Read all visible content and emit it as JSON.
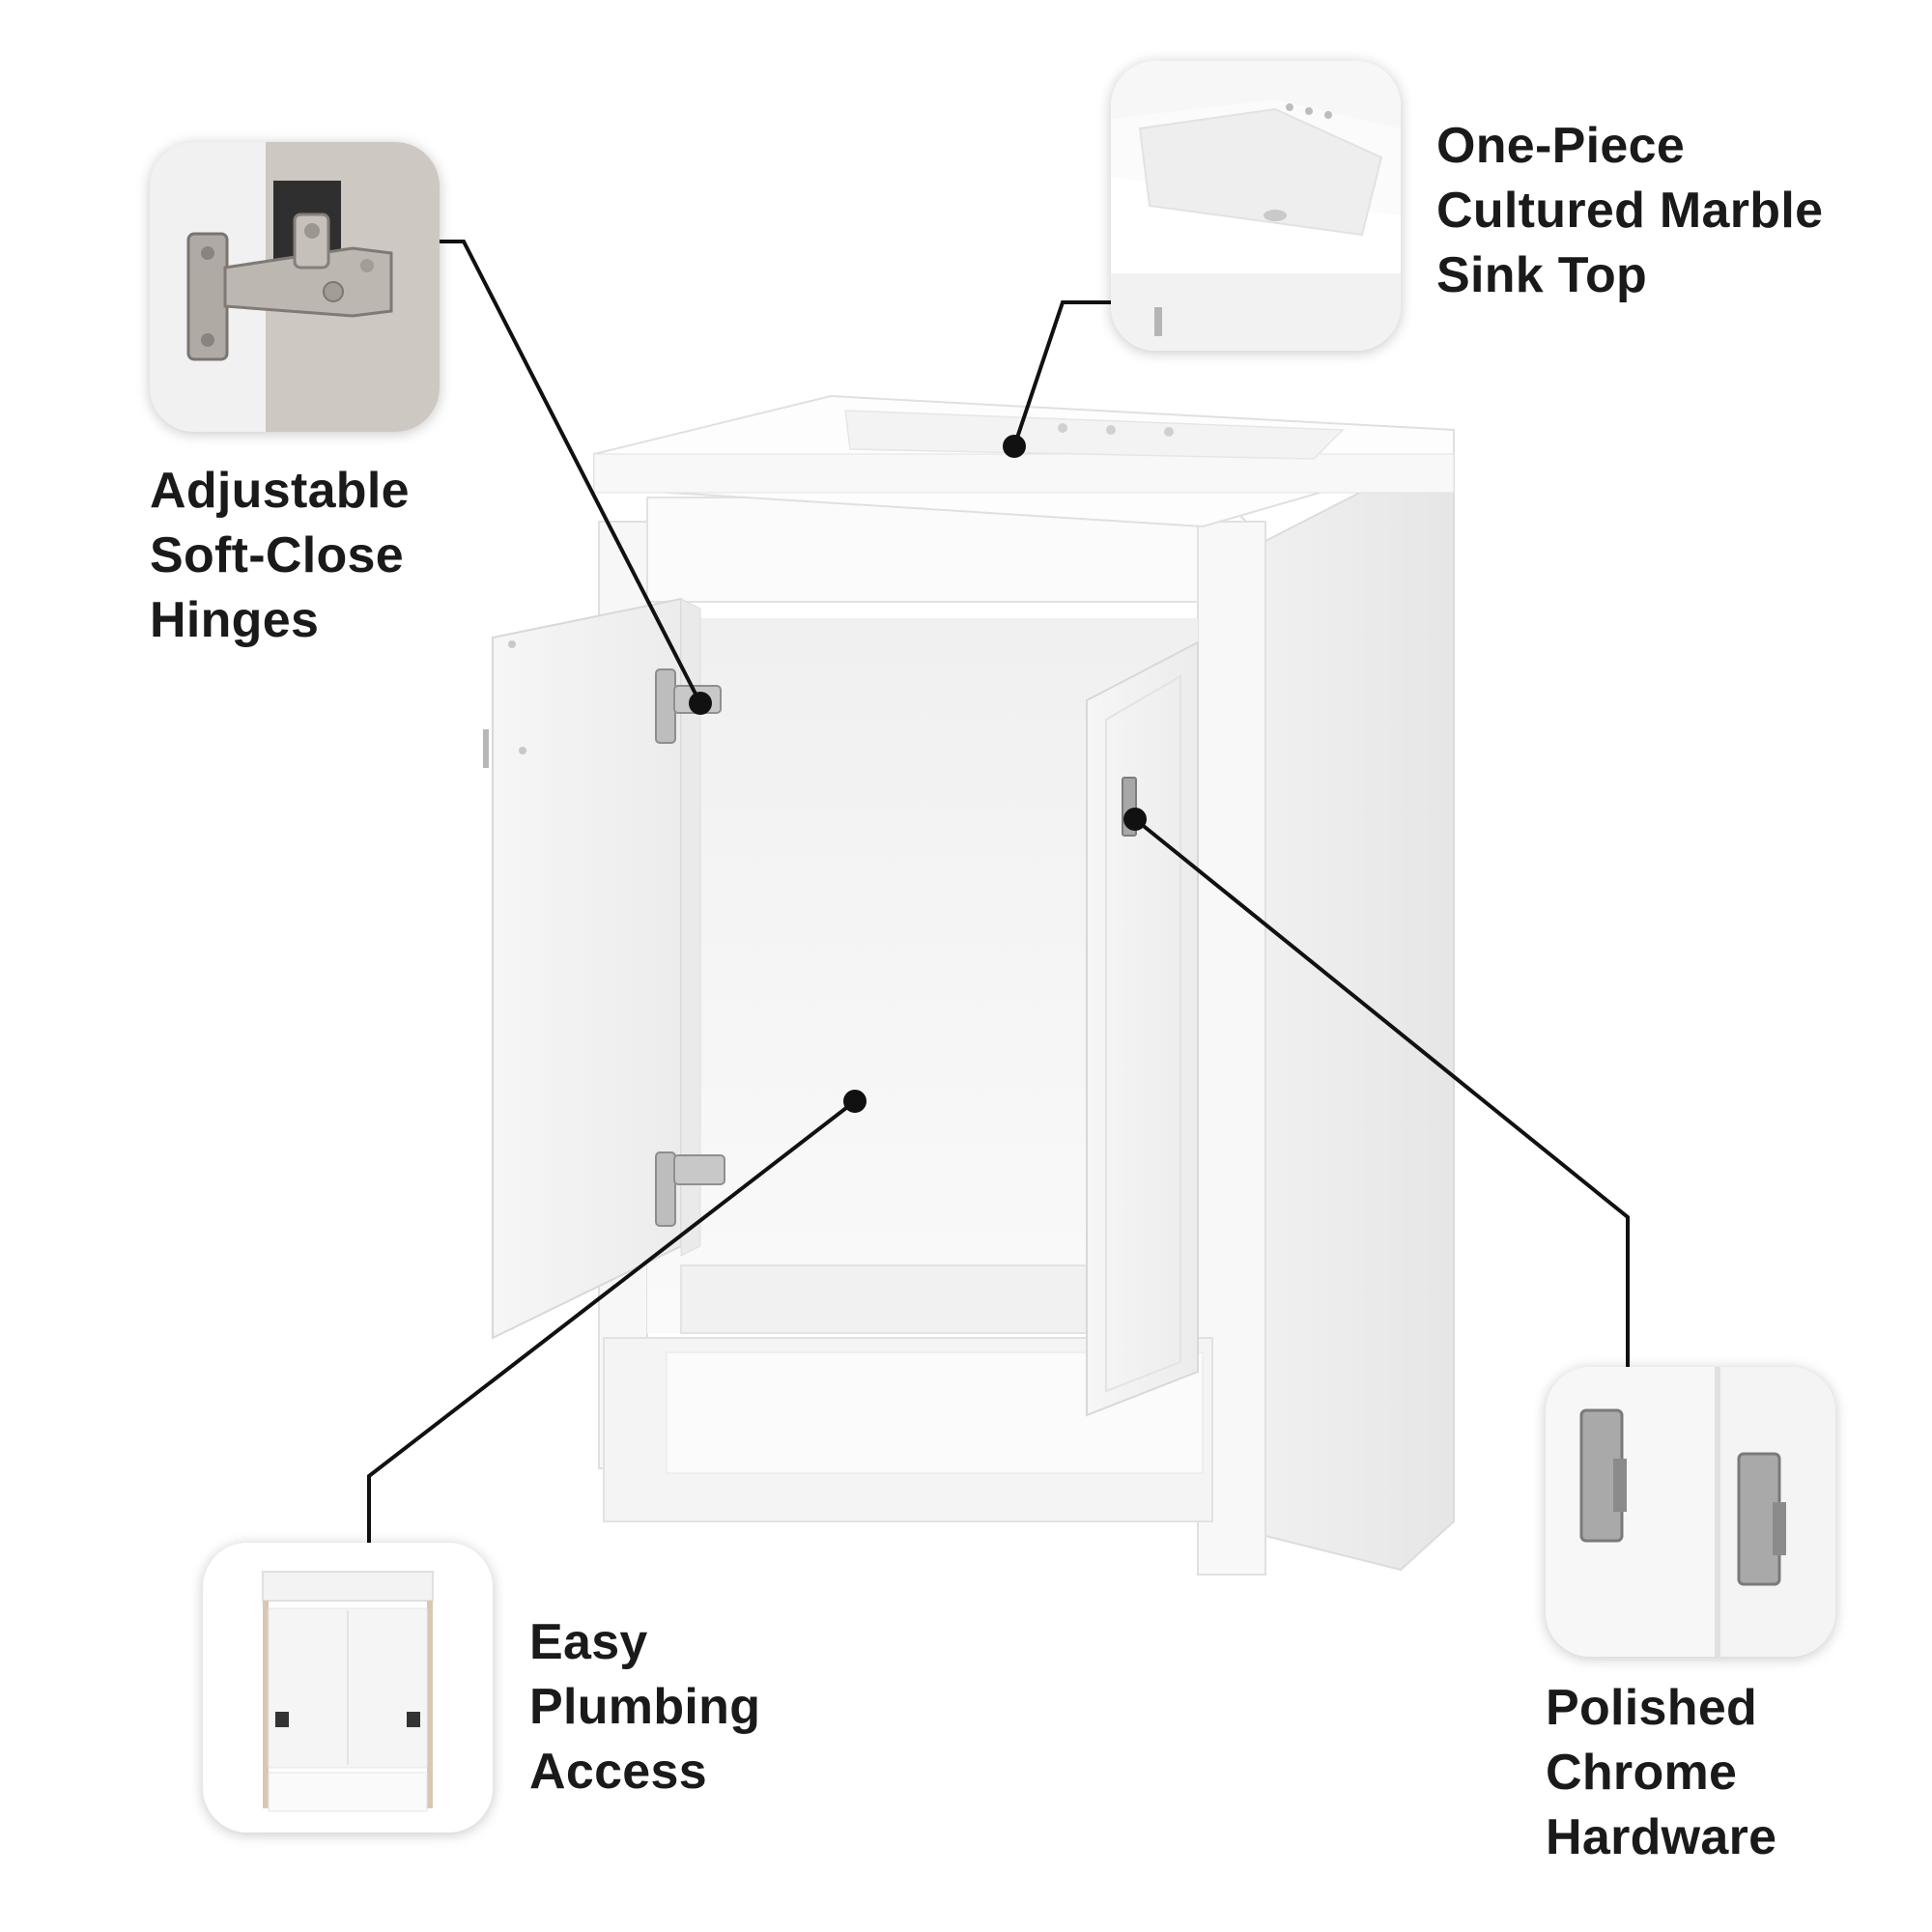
{
  "callouts": {
    "sink_top": {
      "lines": [
        "One-Piece",
        "Cultured Marble",
        "Sink Top"
      ]
    },
    "hinges": {
      "lines": [
        "Adjustable",
        "Soft-Close",
        "Hinges"
      ]
    },
    "plumbing": {
      "lines": [
        "Easy",
        "Plumbing",
        "Access"
      ]
    },
    "hardware": {
      "lines": [
        "Polished",
        "Chrome",
        "Hardware"
      ]
    }
  },
  "colors": {
    "text": "#1a1a1a",
    "leader_line": "#111111",
    "cabinet_white": "#ffffff",
    "cabinet_shade": "#ebebeb",
    "chrome": "#a7a7a7"
  },
  "icons": {
    "hinge_thumb": "hinge-closeup-icon",
    "sink_thumb": "sink-closeup-icon",
    "plumbing_thumb": "open-cabinet-icon",
    "hardware_thumb": "chrome-pulls-icon"
  }
}
